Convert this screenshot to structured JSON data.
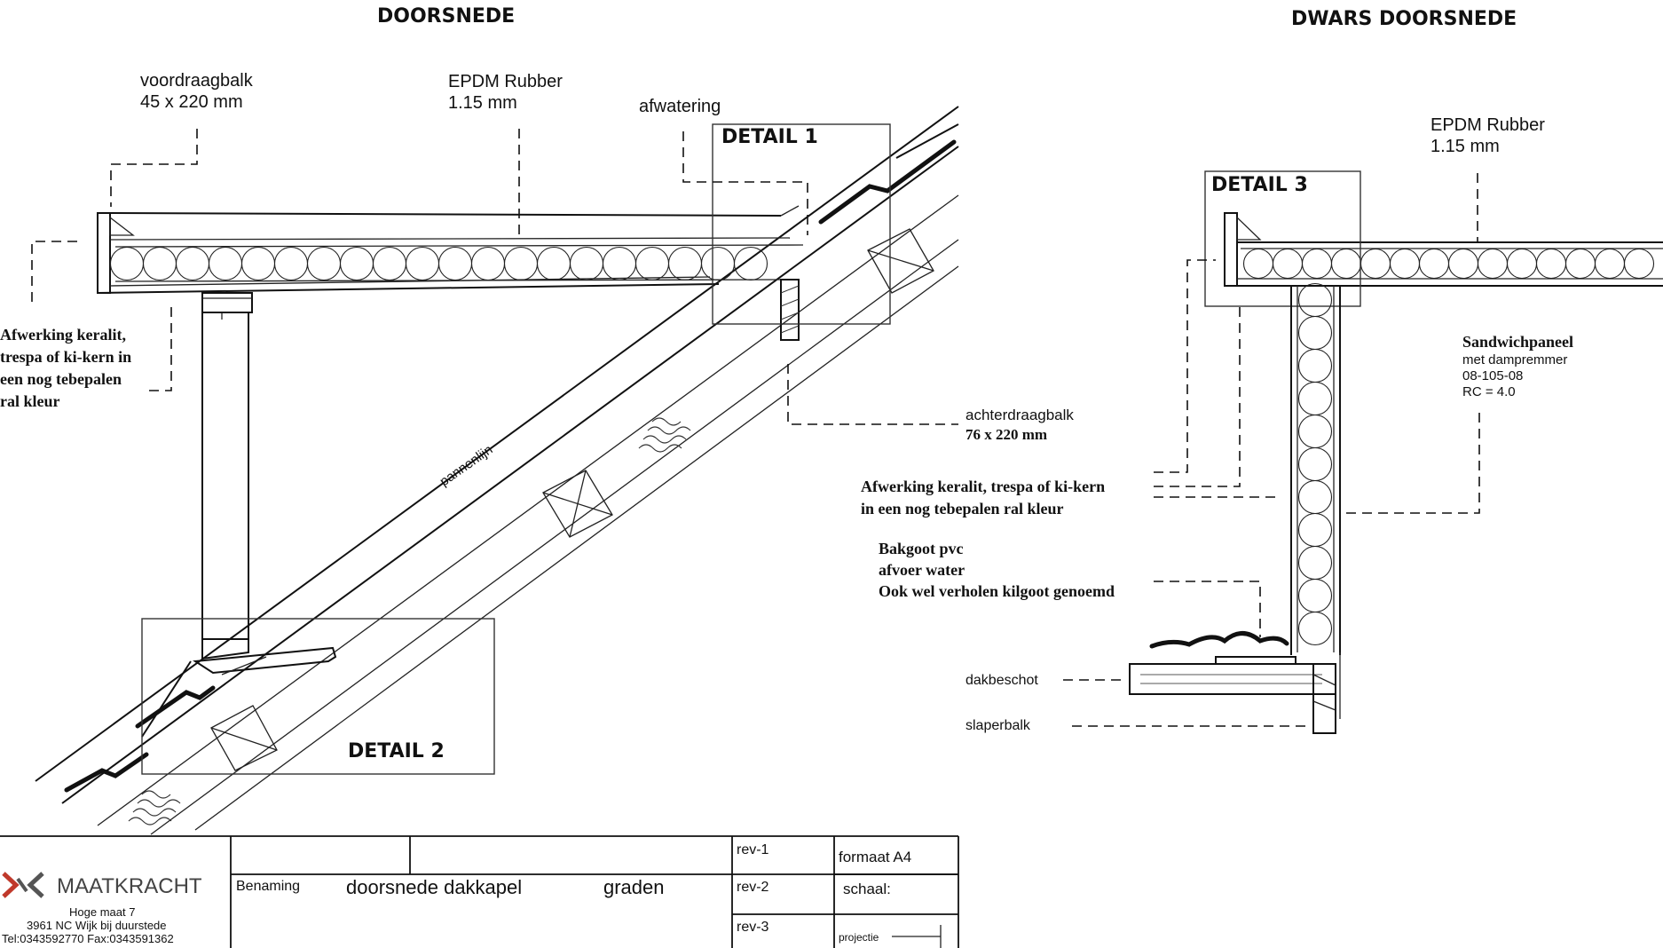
{
  "titles": {
    "left": "DOORSNEDE",
    "right": "DWARS DOORSNEDE"
  },
  "labels": {
    "voordraagbalk_1": "voordraagbalk",
    "voordraagbalk_2": "45 x 220  mm",
    "epdm_left_1": "EPDM Rubber",
    "epdm_left_2": "1.15 mm",
    "afwatering": "afwatering",
    "afwerking_left_1": "Afwerking keralit,",
    "afwerking_left_2": "trespa of ki-kern in",
    "afwerking_left_3": "een nog tebepalen",
    "afwerking_left_4": "ral kleur",
    "achterdraagbalk_1": "achterdraagbalk",
    "achterdraagbalk_2": "76 x 220  mm",
    "pannenlijn": "pannenlijn",
    "epdm_right_1": "EPDM Rubber",
    "epdm_right_2": "1.15 mm",
    "sandwich_1": "Sandwichpaneel",
    "sandwich_2": "met dampremmer",
    "sandwich_3": "08-105-08",
    "sandwich_4": "RC = 4.0",
    "afwerking_right_1": "Afwerking keralit, trespa of ki-kern",
    "afwerking_right_2": "in een nog tebepalen ral kleur",
    "bakgoot_1": "Bakgoot pvc",
    "bakgoot_2": "afvoer water",
    "bakgoot_3": "Ook wel verholen kilgoot genoemd",
    "dakbeschot": "dakbeschot",
    "slaperbalk": "slaperbalk"
  },
  "details": {
    "d1": "DETAIL 1",
    "d2": "DETAIL 2",
    "d3": "DETAIL 3"
  },
  "titleblock": {
    "company": "MAATKRACHT",
    "address_1": "Hoge maat 7",
    "address_2": "3961 NC  Wijk bij duurstede",
    "address_3": "Tel:0343592770  Fax:0343591362",
    "benaming_label": "Benaming",
    "benaming_value": "doorsnede dakkapel",
    "graden": "graden",
    "rev1": "rev-1",
    "rev2": "rev-2",
    "rev3": "rev-3",
    "formaat": "formaat A4",
    "schaal": "schaal:",
    "projectie": "projectie"
  }
}
